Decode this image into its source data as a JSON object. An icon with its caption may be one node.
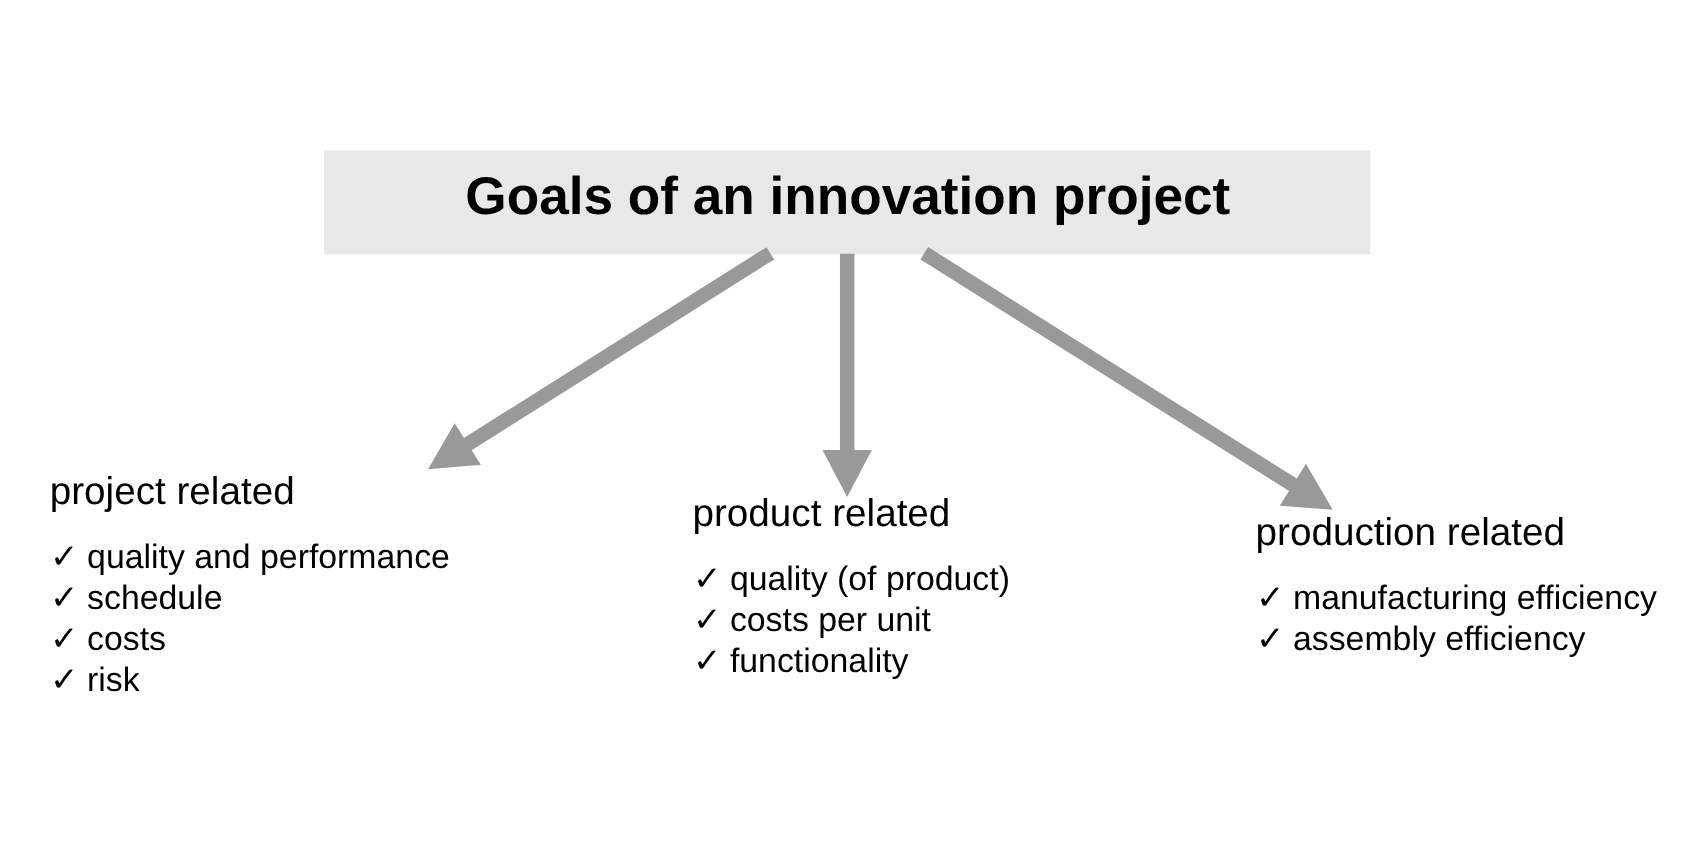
{
  "diagram": {
    "nodes": [
      {
        "text": [
          "Goals of an innovation project"
        ]
      },
      {
        "text": [
          "project related",
          "✓ quality and performance",
          "✓ schedule",
          "✓ costs",
          "✓ risk"
        ]
      },
      {
        "text": [
          "product related",
          "✓ quality (of product)",
          "✓ costs per unit",
          "✓ functionality"
        ]
      },
      {
        "text": [
          "production related",
          "✓ manufacturing efficiency",
          "✓ assembly efficiency"
        ]
      }
    ],
    "edges": [
      {
        "from": 0,
        "to": 1,
        "arrow": "to"
      },
      {
        "from": 0,
        "to": 2,
        "arrow": "to"
      },
      {
        "from": 0,
        "to": 3,
        "arrow": "to"
      }
    ]
  }
}
